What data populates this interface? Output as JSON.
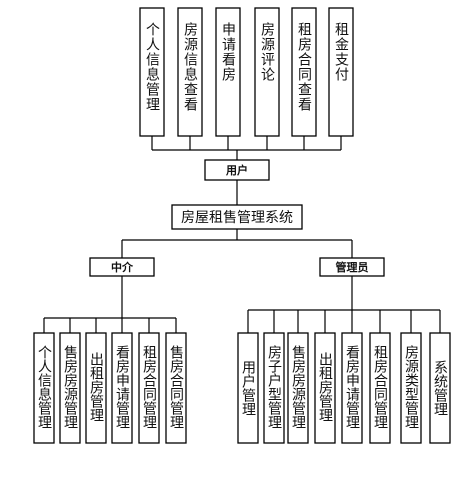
{
  "diagram": {
    "root": "房屋租售管理系统",
    "user": {
      "label": "用户",
      "children": [
        "个人信息管理",
        "房源信息查看",
        "申请看房",
        "房源评论",
        "租房合同查看",
        "租金支付"
      ]
    },
    "agent": {
      "label": "中介",
      "children": [
        "个人信息管理",
        "售房房源管理",
        "出租房管理",
        "看房申请管理",
        "租房合同管理",
        "售房合同管理"
      ]
    },
    "admin": {
      "label": "管理员",
      "children": [
        "用户管理",
        "房子户型管理",
        "售房房源管理",
        "出租房管理",
        "看房申请管理",
        "租房合同管理",
        "房源类型管理",
        "系统管理"
      ]
    }
  }
}
